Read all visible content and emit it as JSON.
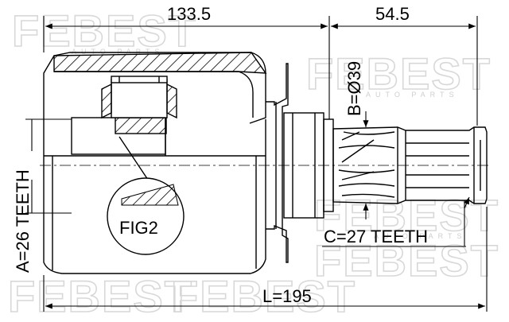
{
  "watermark": {
    "brand": "FEBEST",
    "sub": "AUTO PARTS"
  },
  "dimensions": {
    "length_top_left": "133.5",
    "length_top_right": "54.5",
    "diameter_b": "B=Ø39",
    "teeth_a": "A=26 TEETH",
    "teeth_c": "C=27 TEETH",
    "total_length": "L=195",
    "fig_label": "FIG2"
  }
}
